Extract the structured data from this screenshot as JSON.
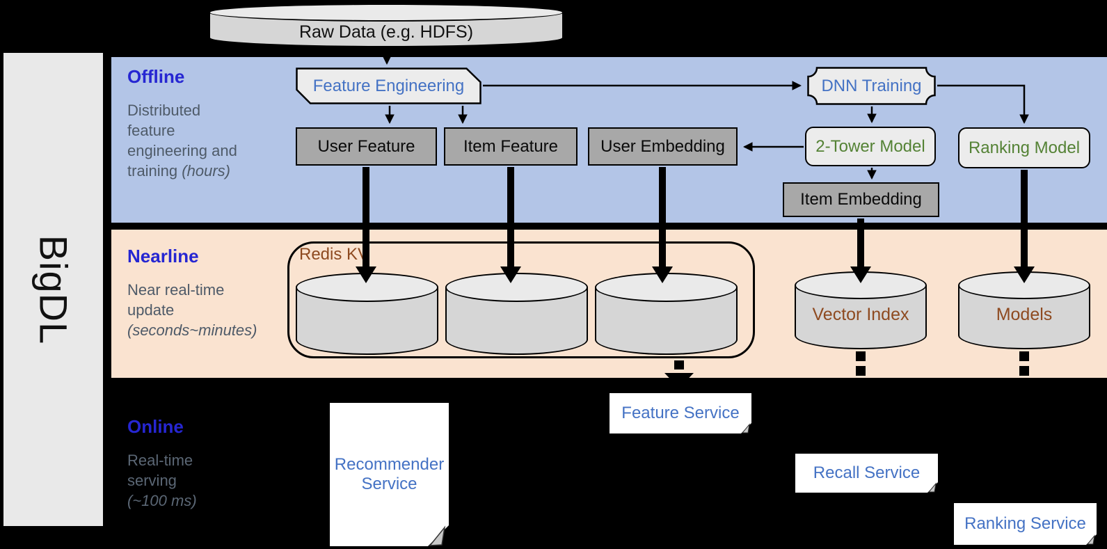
{
  "diagram": {
    "framework_label": "BigDL",
    "raw_data": {
      "label": "Raw Data (e.g. HDFS)"
    },
    "bands": {
      "offline": {
        "title": "Offline",
        "desc_lines": [
          {
            "text": "Distributed"
          },
          {
            "text": "feature"
          },
          {
            "text": "engineering and"
          },
          {
            "text": "training ",
            "italic": "(hours)"
          }
        ]
      },
      "nearline": {
        "title": "Nearline",
        "desc_lines": [
          {
            "text": "Near real-time"
          },
          {
            "text": "update"
          },
          {
            "text": "",
            "italic": "(seconds~minutes)"
          }
        ]
      },
      "online": {
        "title": "Online",
        "desc_lines": [
          {
            "text": "Real-time"
          },
          {
            "text": "serving"
          },
          {
            "text": "",
            "italic": "(~100 ms)"
          }
        ]
      }
    },
    "offline_nodes": {
      "feature_engineering": "Feature Engineering",
      "user_feature": "User Feature",
      "item_feature": "Item Feature",
      "user_embedding": "User Embedding",
      "dnn_training": "DNN Training",
      "two_tower_model": "2-Tower Model",
      "ranking_model": "Ranking Model",
      "item_embedding": "Item Embedding"
    },
    "nearline_nodes": {
      "redis_kv": "Redis KV",
      "vector_index": "Vector Index",
      "models": "Models"
    },
    "online_nodes": {
      "recommender_service": "Recommender Service",
      "feature_service": "Feature Service",
      "recall_service": "Recall Service",
      "ranking_service": "Ranking Service"
    },
    "colors": {
      "background": "#000000",
      "offline_band": "#b3c5e7",
      "nearline_band": "#fae3d0",
      "sidebar_gray": "#e9e9e9",
      "band_title_blue": "#2626d2",
      "desc_gray": "#4e5a68",
      "node_text_blue": "#4472c4",
      "model_text_green": "#548235",
      "storage_text_brown": "#8e4a20",
      "dark_box_fill": "#a8a8a8",
      "light_box_fill": "#ececec",
      "cylinder_fill": "#d6d6d6"
    }
  }
}
